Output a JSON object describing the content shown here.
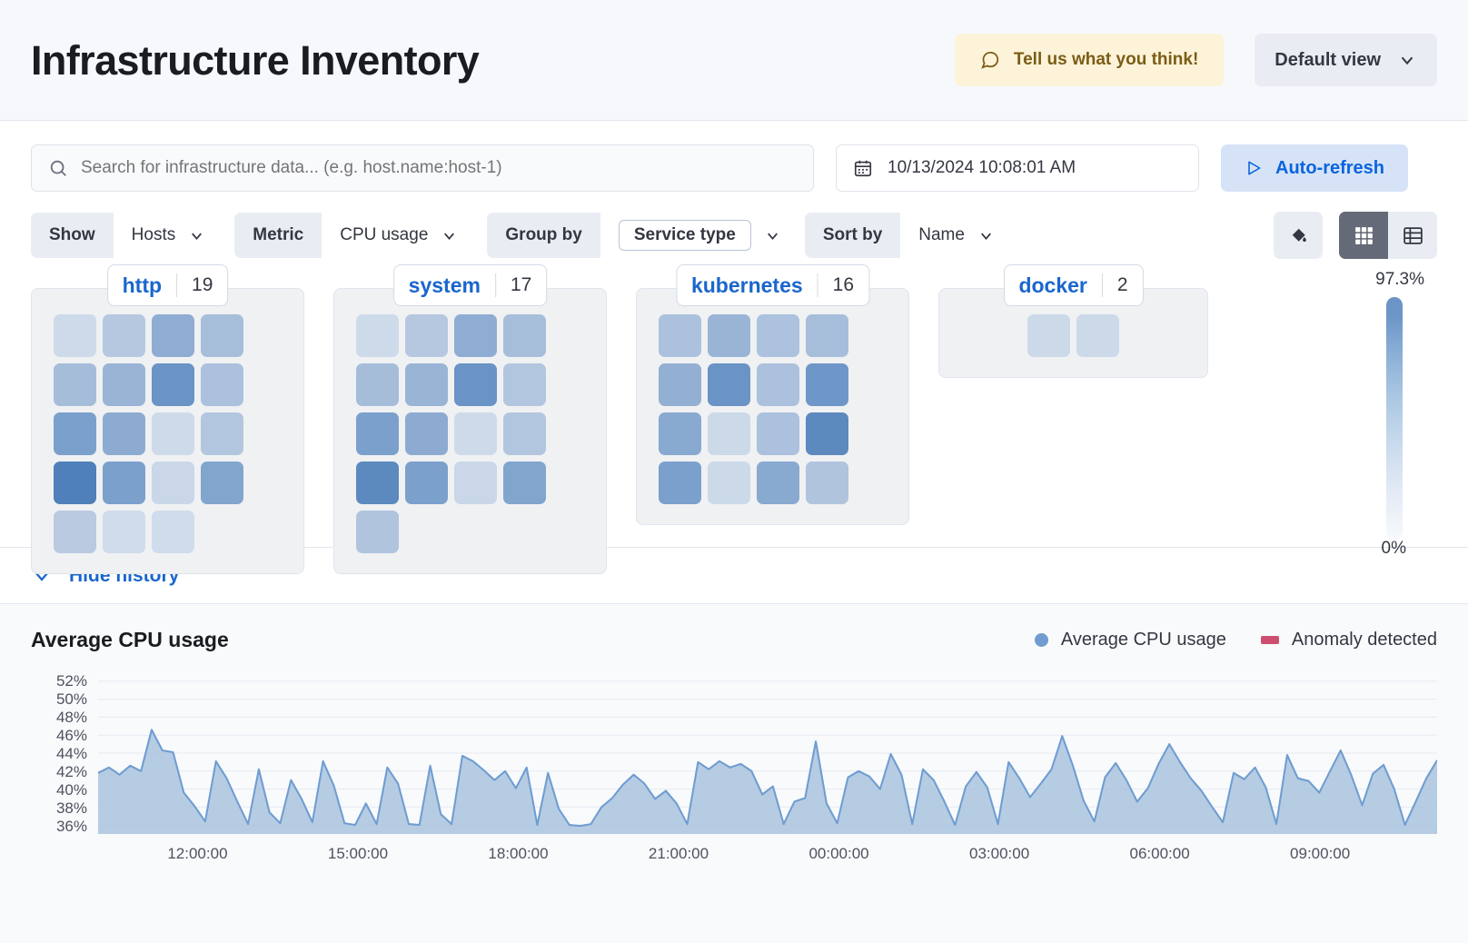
{
  "header": {
    "title": "Infrastructure Inventory",
    "feedback_label": "Tell us what you think!",
    "feedback_icon": "comment-icon",
    "view_label": "Default view",
    "view_chevron": "chevron-down-icon"
  },
  "search": {
    "icon": "search-icon",
    "placeholder": "Search for infrastructure data... (e.g. host.name:host-1)",
    "value": ""
  },
  "date": {
    "icon": "calendar-icon",
    "value": "10/13/2024 10:08:01 AM"
  },
  "refresh": {
    "icon": "play-icon",
    "label": "Auto-refresh"
  },
  "filters": [
    {
      "label": "Show",
      "value": "Hosts",
      "boxed": false
    },
    {
      "label": "Metric",
      "value": "CPU usage",
      "boxed": false
    },
    {
      "label": "Group by",
      "value": "Service type",
      "boxed": true
    },
    {
      "label": "Sort by",
      "value": "Name",
      "boxed": false
    }
  ],
  "toolbar": {
    "palette_icon": "color-fill-icon",
    "grid_view_icon": "grid-view-icon",
    "table_view_icon": "table-view-icon",
    "active_view": "grid"
  },
  "legend_scale": {
    "max_label": "97.3%",
    "min_label": "0%",
    "max_color": "#6a93c6",
    "min_color": "#f7f9fc"
  },
  "history_toggle": {
    "icon": "chevron-down-icon",
    "label": "Hide history"
  },
  "heatmap": {
    "groups": [
      {
        "name": "http",
        "count": "19",
        "cells": [
          "#cddaea",
          "#b6c8e0",
          "#8fadd2",
          "#a7bedb",
          "#a6bdda",
          "#9ab4d6",
          "#6a93c6",
          "#abc1dd",
          "#7ba0cc",
          "#8dabd1",
          "#cddaea",
          "#b3c6df",
          "#4f80ba",
          "#7ba0cc",
          "#c9d7e8",
          "#82a5ce",
          "#b9cae1",
          "#cfdcec",
          "#cfdcec"
        ]
      },
      {
        "name": "system",
        "count": "17",
        "cells": [
          "#cddaea",
          "#b6c8e0",
          "#8fadd2",
          "#a7bedb",
          "#a6bdda",
          "#9ab4d6",
          "#6a93c6",
          "#b3c6df",
          "#7ba0cc",
          "#8dabd1",
          "#cddaea",
          "#b3c6df",
          "#5c89be",
          "#7ba0cc",
          "#c9d7e8",
          "#82a5ce",
          "#b0c4de"
        ]
      },
      {
        "name": "kubernetes",
        "count": "16",
        "cells": [
          "#abc1dd",
          "#9ab4d6",
          "#acc2de",
          "#a7bedb",
          "#93b0d3",
          "#6a93c6",
          "#abc1dd",
          "#6f96c8",
          "#88a9d0",
          "#cbd9e9",
          "#abc1dd",
          "#5c89be",
          "#7ba0cc",
          "#cbd9e9",
          "#88a9d0",
          "#b0c4de"
        ]
      },
      {
        "name": "docker",
        "count": "2",
        "cells": [
          "#ccd9e9",
          "#ccd9e9"
        ]
      }
    ]
  },
  "chart": {
    "title": "Average CPU usage",
    "legend": [
      {
        "label": "Average CPU usage",
        "marker": "dot",
        "color": "#6f9dd1"
      },
      {
        "label": "Anomaly detected",
        "marker": "square",
        "color": "#cc4f70"
      }
    ]
  },
  "chart_data": {
    "type": "area",
    "title": "Average CPU usage",
    "xlabel": "",
    "ylabel": "",
    "ylim": [
      35,
      53
    ],
    "grid": true,
    "legend_position": "top-right",
    "ytick_labels": [
      "52%",
      "50%",
      "48%",
      "46%",
      "44%",
      "42%",
      "40%",
      "38%",
      "36%"
    ],
    "yticks": [
      52,
      50,
      48,
      46,
      44,
      42,
      40,
      38,
      36
    ],
    "xtick_labels": [
      "12:00:00",
      "15:00:00",
      "18:00:00",
      "21:00:00",
      "00:00:00",
      "03:00:00",
      "06:00:00",
      "09:00:00"
    ],
    "series": [
      {
        "name": "Average CPU usage",
        "color": "#6f9dd1",
        "fill": "#aac3de",
        "values": [
          41.8,
          42.4,
          41.6,
          42.6,
          42.0,
          46.6,
          44.3,
          44.1,
          39.6,
          38.1,
          36.4,
          43.1,
          41.2,
          38.6,
          36.1,
          42.2,
          37.4,
          36.2,
          41.0,
          38.9,
          36.3,
          43.1,
          40.4,
          36.2,
          36.0,
          38.4,
          36.1,
          42.4,
          40.6,
          36.1,
          36.0,
          42.6,
          37.2,
          36.1,
          43.7,
          43.1,
          42.1,
          41.0,
          42.0,
          40.1,
          42.4,
          36.0,
          41.8,
          37.8,
          36.0,
          35.9,
          36.1,
          38.0,
          39.0,
          40.5,
          41.6,
          40.6,
          38.9,
          39.8,
          38.4,
          36.1,
          43.0,
          42.2,
          43.1,
          42.4,
          42.8,
          42.0,
          39.4,
          40.3,
          36.1,
          38.6,
          39.0,
          45.3,
          38.4,
          36.2,
          41.3,
          42.0,
          41.4,
          40.0,
          43.9,
          41.6,
          36.1,
          42.2,
          41.0,
          38.6,
          36.0,
          40.3,
          41.9,
          40.2,
          36.1,
          43.0,
          41.2,
          39.1,
          40.6,
          42.2,
          45.9,
          42.6,
          38.7,
          36.4,
          41.3,
          42.9,
          41.0,
          38.6,
          40.1,
          42.8,
          45.0,
          43.0,
          41.2,
          39.8,
          38.0,
          36.3,
          41.8,
          41.1,
          42.4,
          40.2,
          36.1,
          43.8,
          41.2,
          40.9,
          39.6,
          42.0,
          44.3,
          41.5,
          38.2,
          41.7,
          42.7,
          40.0,
          36.0,
          38.6,
          41.2,
          43.2
        ]
      }
    ]
  }
}
